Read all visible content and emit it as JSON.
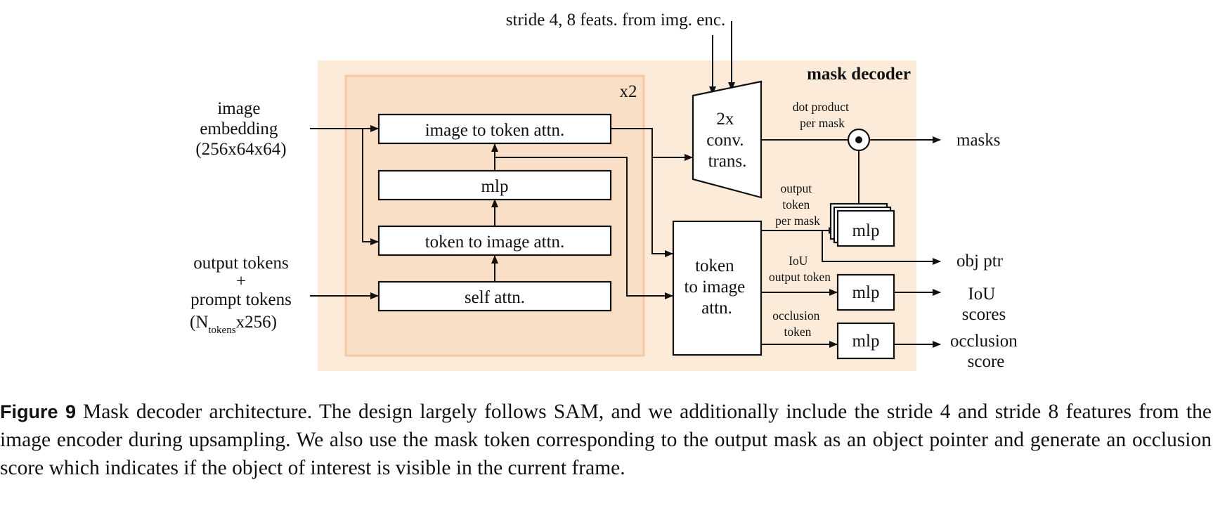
{
  "diagram": {
    "inputs": {
      "top": "stride 4, 8 feats. from img. enc.",
      "image_embedding": [
        "image",
        "embedding",
        "(256x64x64)"
      ],
      "tokens": {
        "line1": "output tokens",
        "line2": "+",
        "line3": "prompt tokens",
        "open": "(N",
        "sub": "tokens",
        "close": "x256)"
      }
    },
    "region_title": "mask decoder",
    "repeat_label": "x2",
    "blocks": {
      "image_to_token": "image to token attn.",
      "mlp": "mlp",
      "token_to_image": "token to image attn.",
      "self_attn": "self attn.",
      "conv": [
        "2x",
        "conv.",
        "trans."
      ],
      "final_attn": [
        "token",
        "to image",
        "attn."
      ],
      "mlp_mask": "mlp",
      "mlp_iou": "mlp",
      "mlp_occ": "mlp"
    },
    "edge_labels": {
      "dot_product": [
        "dot product",
        "per mask"
      ],
      "output_token": [
        "output",
        "token",
        "per mask"
      ],
      "iou_token": [
        "IoU",
        "output token"
      ],
      "occ_token": [
        "occlusion",
        "token"
      ]
    },
    "outputs": {
      "masks": "masks",
      "obj_ptr": "obj ptr",
      "iou": [
        "IoU",
        "scores"
      ],
      "occlusion": [
        "occlusion",
        "score"
      ]
    },
    "colors": {
      "outer_region": "#fcebd8",
      "inner_region": "#f8dfc6",
      "inner_border": "#f5c9a3"
    }
  },
  "caption": {
    "label": "Figure 9",
    "text": "Mask decoder architecture. The design largely follows SAM, and we additionally include the stride 4 and stride 8 features from the image encoder during upsampling. We also use the mask token corresponding to the output mask as an object pointer and generate an occlusion score which indicates if the object of interest is visible in the current frame."
  }
}
